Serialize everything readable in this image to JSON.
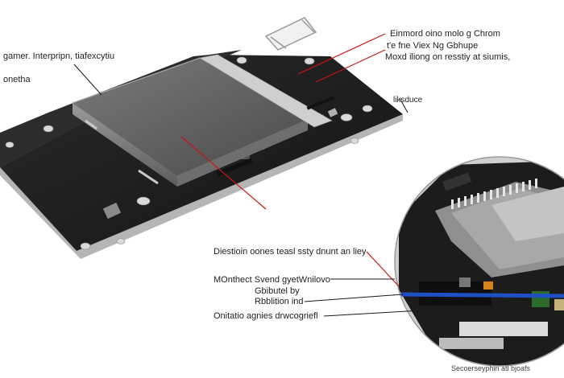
{
  "labels": {
    "top_left_1": "gamer. Interpripn, tiafexcytiu",
    "top_left_2": "onetha",
    "top_right_1": "Einmord oino molo g Chrom",
    "top_right_2": "t'e fne Viex Ng Gbhupe",
    "top_right_3": "Moxd iliong on resstiy at siumis,",
    "mid_right": "liksduce",
    "lower_title": "Diestioin oones teasl ssty dnunt an liey",
    "lower_1": "MOnthect Svend gyetWnilovo",
    "lower_2": "Gbibutel by",
    "lower_3": "Rbblition ind",
    "lower_4": "Onitatio agnies drwcogriefl",
    "caption": "Secoerseyphin atl bjoafs"
  },
  "colors": {
    "leader_red": "#c81414",
    "leader_black": "#1a1a1a",
    "blue_cable": "#1f4fc4",
    "board_dark": "#1f1f1f",
    "chip_gray": "#5d5d5d"
  },
  "icons": {
    "detail_circle": "magnified-connector-detail",
    "main_board": "circuit-board-with-heatsink"
  }
}
